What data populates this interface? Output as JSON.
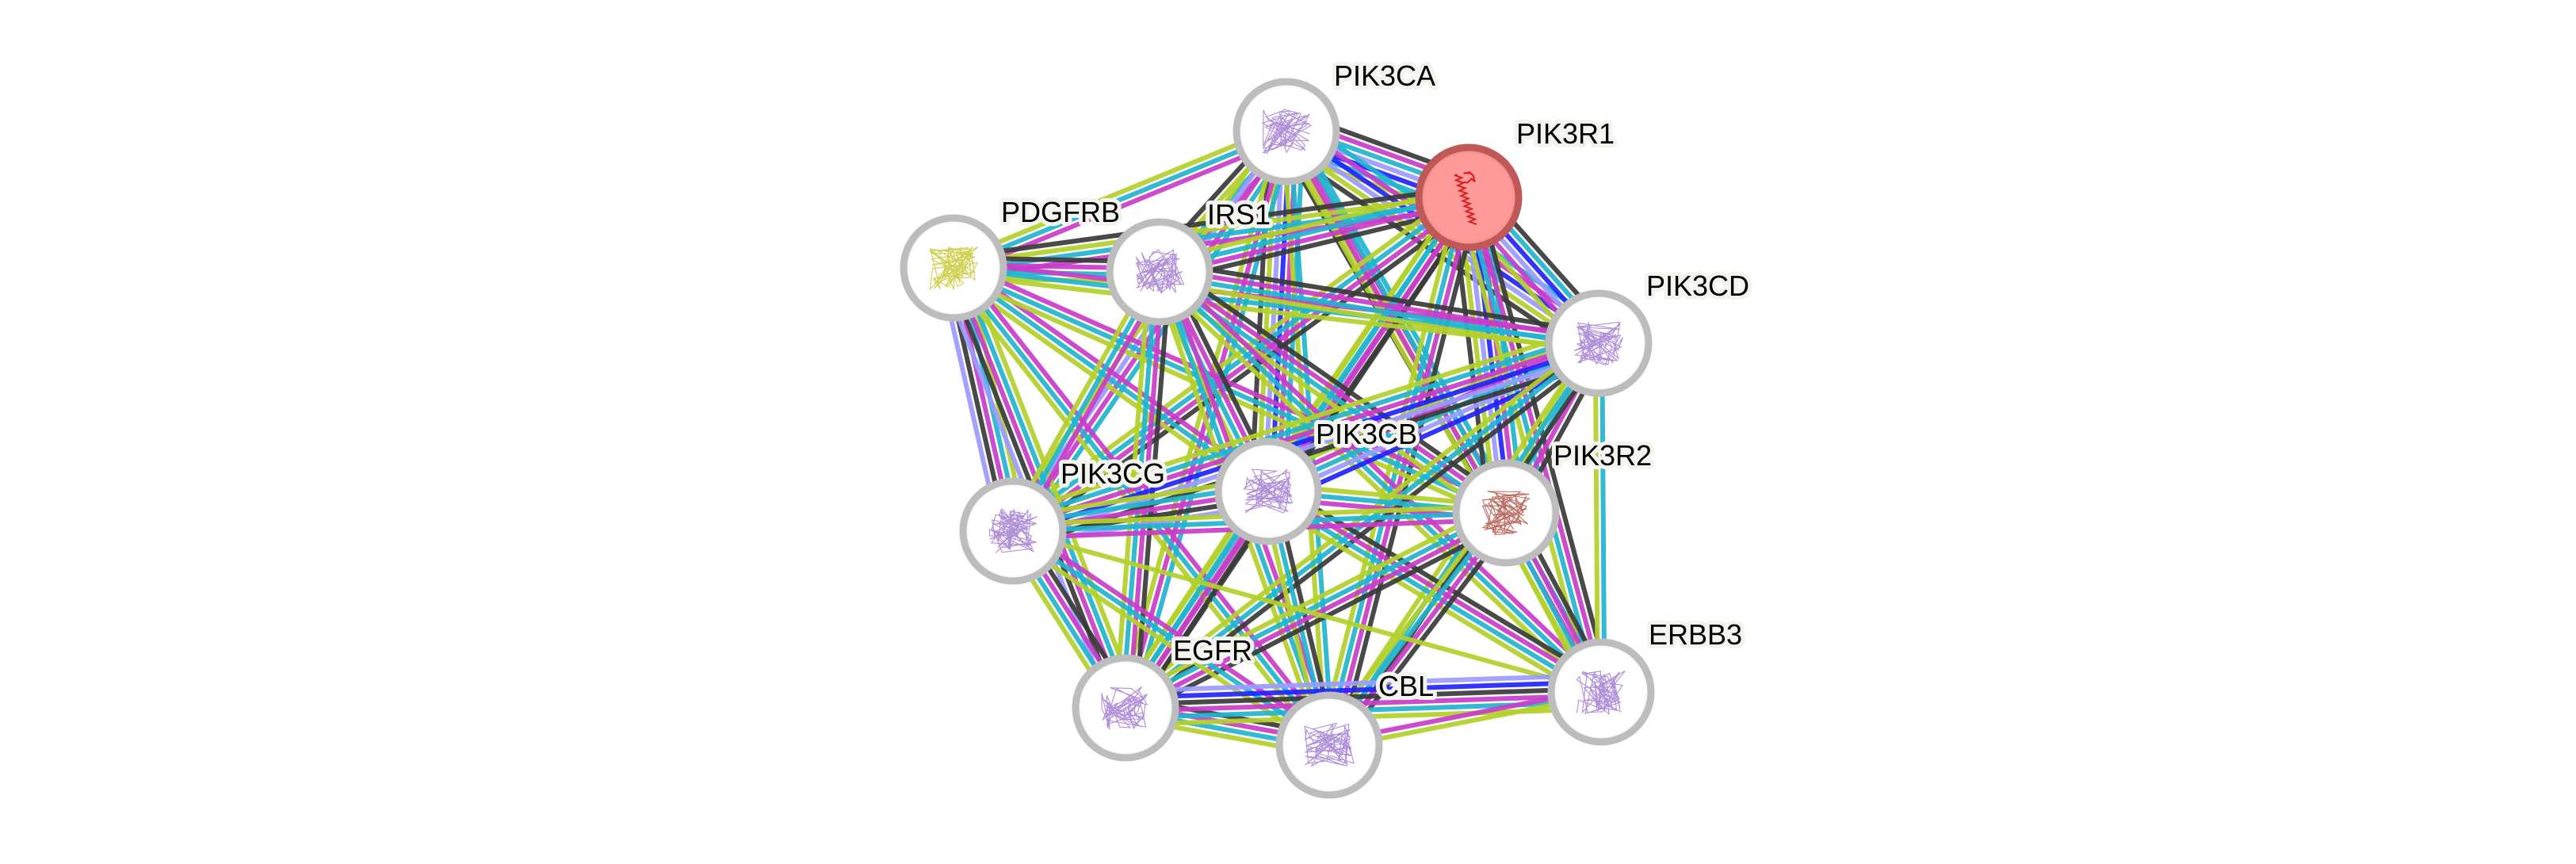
{
  "network": {
    "title": "Protein interaction network",
    "query_protein": "PIK3R1",
    "evidence_colors": {
      "curated": "#21b5d0",
      "experimental": "#c93dc9",
      "textmining": "#b4d12a",
      "coexpression": "#3a3a3a",
      "cooccurrence": "#2323ff",
      "homology": "#9c9cff"
    },
    "node_style": {
      "default_fill": "#ffffff",
      "default_ring": "#bdbdbd",
      "query_fill": "#ff9a9a",
      "query_ring": "#c05858",
      "structure_color": "#a27bd0",
      "query_structure_color": "#d01010",
      "pdgfrb_structure_color": "#c8c832",
      "pik3r2_structure_color": "#b0554a"
    },
    "nodes": [
      {
        "id": "PIK3CA",
        "label": "PIK3CA",
        "query": false
      },
      {
        "id": "PIK3R1",
        "label": "PIK3R1",
        "query": true
      },
      {
        "id": "PDGFRB",
        "label": "PDGFRB",
        "query": false
      },
      {
        "id": "IRS1",
        "label": "IRS1",
        "query": false
      },
      {
        "id": "PIK3CD",
        "label": "PIK3CD",
        "query": false
      },
      {
        "id": "PIK3CB",
        "label": "PIK3CB",
        "query": false
      },
      {
        "id": "PIK3R2",
        "label": "PIK3R2",
        "query": false
      },
      {
        "id": "PIK3CG",
        "label": "PIK3CG",
        "query": false
      },
      {
        "id": "EGFR",
        "label": "EGFR",
        "query": false
      },
      {
        "id": "CBL",
        "label": "CBL",
        "query": false
      },
      {
        "id": "ERBB3",
        "label": "ERBB3",
        "query": false
      }
    ],
    "edges": [
      {
        "source": "PIK3CA",
        "target": "PIK3R1",
        "evidence": [
          "coexpression",
          "experimental",
          "curated",
          "homology",
          "cooccurrence",
          "curated",
          "textmining"
        ]
      },
      {
        "source": "PIK3CA",
        "target": "PDGFRB",
        "evidence": [
          "experimental",
          "curated",
          "textmining"
        ]
      },
      {
        "source": "PIK3CA",
        "target": "IRS1",
        "evidence": [
          "experimental",
          "curated",
          "textmining",
          "coexpression"
        ]
      },
      {
        "source": "PIK3CA",
        "target": "PIK3CD",
        "evidence": [
          "curated",
          "experimental",
          "cooccurrence",
          "homology",
          "textmining",
          "coexpression"
        ]
      },
      {
        "source": "PIK3CA",
        "target": "PIK3CB",
        "evidence": [
          "curated",
          "experimental",
          "cooccurrence",
          "homology",
          "textmining",
          "coexpression"
        ]
      },
      {
        "source": "PIK3CA",
        "target": "PIK3R2",
        "evidence": [
          "curated",
          "experimental",
          "textmining",
          "coexpression"
        ]
      },
      {
        "source": "PIK3CA",
        "target": "PIK3CG",
        "evidence": [
          "curated",
          "experimental",
          "homology",
          "textmining"
        ]
      },
      {
        "source": "PIK3CA",
        "target": "EGFR",
        "evidence": [
          "curated",
          "experimental",
          "textmining"
        ]
      },
      {
        "source": "PIK3CA",
        "target": "CBL",
        "evidence": [
          "curated",
          "textmining"
        ]
      },
      {
        "source": "PIK3CA",
        "target": "ERBB3",
        "evidence": [
          "curated",
          "experimental",
          "textmining"
        ]
      },
      {
        "source": "PIK3R1",
        "target": "PDGFRB",
        "evidence": [
          "experimental",
          "curated",
          "textmining",
          "coexpression"
        ]
      },
      {
        "source": "PIK3R1",
        "target": "IRS1",
        "evidence": [
          "coexpression",
          "experimental",
          "curated",
          "textmining"
        ]
      },
      {
        "source": "PIK3R1",
        "target": "PIK3CD",
        "evidence": [
          "coexpression",
          "curated",
          "cooccurrence",
          "homology",
          "experimental",
          "textmining"
        ]
      },
      {
        "source": "PIK3R1",
        "target": "PIK3CB",
        "evidence": [
          "coexpression",
          "experimental",
          "curated",
          "textmining"
        ]
      },
      {
        "source": "PIK3R1",
        "target": "PIK3R2",
        "evidence": [
          "curated",
          "experimental",
          "cooccurrence",
          "homology",
          "textmining",
          "coexpression"
        ]
      },
      {
        "source": "PIK3R1",
        "target": "PIK3CG",
        "evidence": [
          "coexpression",
          "experimental",
          "curated",
          "textmining"
        ]
      },
      {
        "source": "PIK3R1",
        "target": "EGFR",
        "evidence": [
          "coexpression",
          "experimental",
          "curated",
          "textmining"
        ]
      },
      {
        "source": "PIK3R1",
        "target": "CBL",
        "evidence": [
          "coexpression",
          "experimental",
          "curated",
          "textmining"
        ]
      },
      {
        "source": "PIK3R1",
        "target": "ERBB3",
        "evidence": [
          "coexpression",
          "experimental",
          "curated",
          "textmining"
        ]
      },
      {
        "source": "PDGFRB",
        "target": "IRS1",
        "evidence": [
          "coexpression",
          "experimental",
          "curated",
          "textmining"
        ]
      },
      {
        "source": "PDGFRB",
        "target": "PIK3CD",
        "evidence": [
          "experimental",
          "curated",
          "textmining"
        ]
      },
      {
        "source": "PDGFRB",
        "target": "PIK3CB",
        "evidence": [
          "experimental",
          "curated",
          "textmining"
        ]
      },
      {
        "source": "PDGFRB",
        "target": "PIK3R2",
        "evidence": [
          "experimental",
          "curated",
          "textmining"
        ]
      },
      {
        "source": "PDGFRB",
        "target": "PIK3CG",
        "evidence": [
          "textmining",
          "curated",
          "experimental",
          "coexpression",
          "homology"
        ]
      },
      {
        "source": "PDGFRB",
        "target": "EGFR",
        "evidence": [
          "textmining",
          "curated",
          "experimental",
          "coexpression",
          "homology"
        ]
      },
      {
        "source": "PDGFRB",
        "target": "CBL",
        "evidence": [
          "experimental",
          "curated",
          "textmining"
        ]
      },
      {
        "source": "IRS1",
        "target": "PIK3CD",
        "evidence": [
          "coexpression",
          "experimental",
          "curated",
          "textmining"
        ]
      },
      {
        "source": "IRS1",
        "target": "PIK3CB",
        "evidence": [
          "coexpression",
          "experimental",
          "curated",
          "textmining"
        ]
      },
      {
        "source": "IRS1",
        "target": "PIK3R2",
        "evidence": [
          "coexpression",
          "experimental",
          "curated",
          "textmining"
        ]
      },
      {
        "source": "IRS1",
        "target": "PIK3CG",
        "evidence": [
          "experimental",
          "curated",
          "textmining"
        ]
      },
      {
        "source": "IRS1",
        "target": "EGFR",
        "evidence": [
          "coexpression",
          "experimental",
          "curated",
          "textmining"
        ]
      },
      {
        "source": "IRS1",
        "target": "CBL",
        "evidence": [
          "experimental",
          "curated",
          "textmining"
        ]
      },
      {
        "source": "IRS1",
        "target": "ERBB3",
        "evidence": [
          "experimental",
          "curated",
          "textmining"
        ]
      },
      {
        "source": "PIK3CD",
        "target": "PIK3CB",
        "evidence": [
          "cooccurrence",
          "homology",
          "curated",
          "experimental",
          "textmining"
        ]
      },
      {
        "source": "PIK3CD",
        "target": "PIK3R2",
        "evidence": [
          "coexpression",
          "experimental",
          "curated",
          "textmining"
        ]
      },
      {
        "source": "PIK3CD",
        "target": "PIK3CG",
        "evidence": [
          "coexpression",
          "homology",
          "cooccurrence",
          "experimental",
          "curated",
          "textmining"
        ]
      },
      {
        "source": "PIK3CD",
        "target": "EGFR",
        "evidence": [
          "coexpression",
          "curated",
          "textmining"
        ]
      },
      {
        "source": "PIK3CD",
        "target": "CBL",
        "evidence": [
          "coexpression",
          "curated",
          "textmining"
        ]
      },
      {
        "source": "PIK3CD",
        "target": "ERBB3",
        "evidence": [
          "curated",
          "textmining"
        ]
      },
      {
        "source": "PIK3CB",
        "target": "PIK3R2",
        "evidence": [
          "textmining",
          "curated",
          "experimental"
        ]
      },
      {
        "source": "PIK3CB",
        "target": "PIK3CG",
        "evidence": [
          "homology",
          "coexpression",
          "experimental",
          "curated",
          "textmining"
        ]
      },
      {
        "source": "PIK3CB",
        "target": "EGFR",
        "evidence": [
          "coexpression",
          "experimental",
          "curated",
          "textmining"
        ]
      },
      {
        "source": "PIK3CB",
        "target": "CBL",
        "evidence": [
          "coexpression",
          "curated",
          "textmining"
        ]
      },
      {
        "source": "PIK3CB",
        "target": "ERBB3",
        "evidence": [
          "coexpression",
          "experimental",
          "curated",
          "textmining"
        ]
      },
      {
        "source": "PIK3R2",
        "target": "PIK3CG",
        "evidence": [
          "experimental",
          "curated",
          "textmining"
        ]
      },
      {
        "source": "PIK3R2",
        "target": "EGFR",
        "evidence": [
          "coexpression",
          "experimental",
          "curated",
          "textmining"
        ]
      },
      {
        "source": "PIK3R2",
        "target": "CBL",
        "evidence": [
          "coexpression",
          "experimental",
          "curated",
          "textmining"
        ]
      },
      {
        "source": "PIK3R2",
        "target": "ERBB3",
        "evidence": [
          "coexpression",
          "experimental",
          "curated",
          "textmining"
        ]
      },
      {
        "source": "PIK3CG",
        "target": "EGFR",
        "evidence": [
          "coexpression",
          "experimental",
          "curated",
          "textmining"
        ]
      },
      {
        "source": "PIK3CG",
        "target": "CBL",
        "evidence": [
          "experimental",
          "curated",
          "textmining"
        ]
      },
      {
        "source": "PIK3CG",
        "target": "ERBB3",
        "evidence": [
          "textmining"
        ]
      },
      {
        "source": "EGFR",
        "target": "CBL",
        "evidence": [
          "coexpression",
          "experimental",
          "curated",
          "textmining"
        ]
      },
      {
        "source": "EGFR",
        "target": "ERBB3",
        "evidence": [
          "homology",
          "cooccurrence",
          "coexpression",
          "experimental",
          "curated",
          "textmining"
        ]
      },
      {
        "source": "CBL",
        "target": "ERBB3",
        "evidence": [
          "experimental",
          "textmining"
        ]
      }
    ]
  }
}
